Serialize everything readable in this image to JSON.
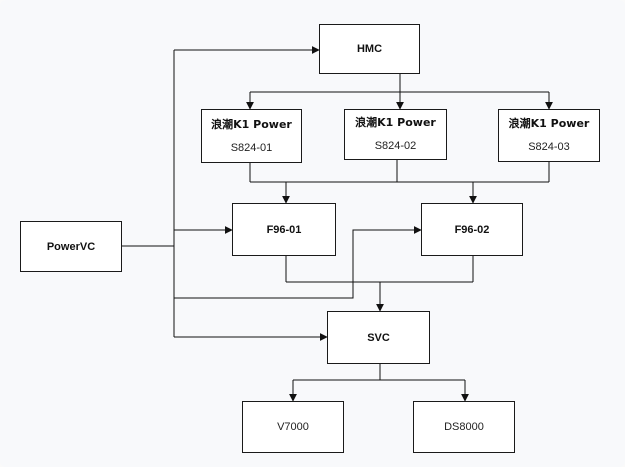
{
  "diagram": {
    "nodes": {
      "hmc": {
        "label": "HMC"
      },
      "server1": {
        "line1": "浪潮K1 Power",
        "line2": "S824-01"
      },
      "server2": {
        "line1": "浪潮K1 Power",
        "line2": "S824-02"
      },
      "server3": {
        "line1": "浪潮K1 Power",
        "line2": "S824-03"
      },
      "powervc": {
        "label": "PowerVC"
      },
      "f96_01": {
        "label": "F96-01"
      },
      "f96_02": {
        "label": "F96-02"
      },
      "svc": {
        "label": "SVC"
      },
      "v7000": {
        "label": "V7000"
      },
      "ds8000": {
        "label": "DS8000"
      }
    },
    "edges": [
      [
        "hmc",
        "server1"
      ],
      [
        "hmc",
        "server2"
      ],
      [
        "hmc",
        "server3"
      ],
      [
        "server1",
        "f96_01"
      ],
      [
        "server2",
        "f96_01"
      ],
      [
        "server3",
        "f96_01"
      ],
      [
        "server1",
        "f96_02"
      ],
      [
        "server2",
        "f96_02"
      ],
      [
        "server3",
        "f96_02"
      ],
      [
        "powervc",
        "hmc"
      ],
      [
        "powervc",
        "f96_01"
      ],
      [
        "powervc",
        "f96_02"
      ],
      [
        "powervc",
        "svc"
      ],
      [
        "f96_01",
        "svc"
      ],
      [
        "f96_02",
        "svc"
      ],
      [
        "svc",
        "v7000"
      ],
      [
        "svc",
        "ds8000"
      ]
    ]
  }
}
